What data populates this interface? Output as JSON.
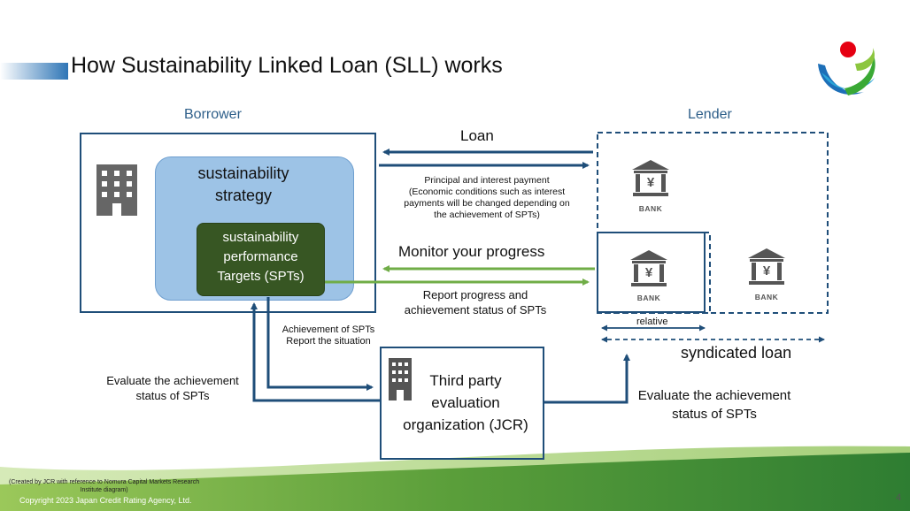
{
  "title": "How Sustainability Linked Loan (SLL) works",
  "borrower_label": "Borrower",
  "lender_label": "Lender",
  "strategy_line1": "sustainability",
  "strategy_line2": "strategy",
  "spt_line1": "sustainability",
  "spt_line2": "performance",
  "spt_line3": "Targets (SPTs)",
  "loan_label": "Loan",
  "principal_line1": "Principal and interest payment",
  "principal_line2": "(Economic conditions such as interest",
  "principal_line3": "payments will be changed depending on",
  "principal_line4": "the achievement of SPTs)",
  "monitor_label": "Monitor your progress",
  "report_line1": "Report progress and",
  "report_line2": "achievement status of SPTs",
  "achieve_line1": "Achievement of SPTs",
  "achieve_line2": "Report the situation",
  "eval_left_line1": "Evaluate the achievement",
  "eval_left_line2": "status of SPTs",
  "eval_right_line1": "Evaluate the achievement",
  "eval_right_line2": "status of SPTs",
  "third_line1": "Third party",
  "third_line2": "evaluation",
  "third_line3": "organization (JCR)",
  "relative_label": "relative",
  "syndicated_label": "syndicated loan",
  "bank_label": "BANK",
  "bank_symbol": "¥",
  "footnote_line1": "(Created by JCR with reference to Nomura Capital Markets Research",
  "footnote_line2": "Institute diagram)",
  "copyright": "Copyright 2023 Japan Credit Rating Agency, Ltd.",
  "page_number": "4",
  "colors": {
    "navy": "#1f4e79",
    "green_arrow": "#70ad47",
    "spt_green": "#375623",
    "strategy_blue": "#9dc3e6"
  }
}
